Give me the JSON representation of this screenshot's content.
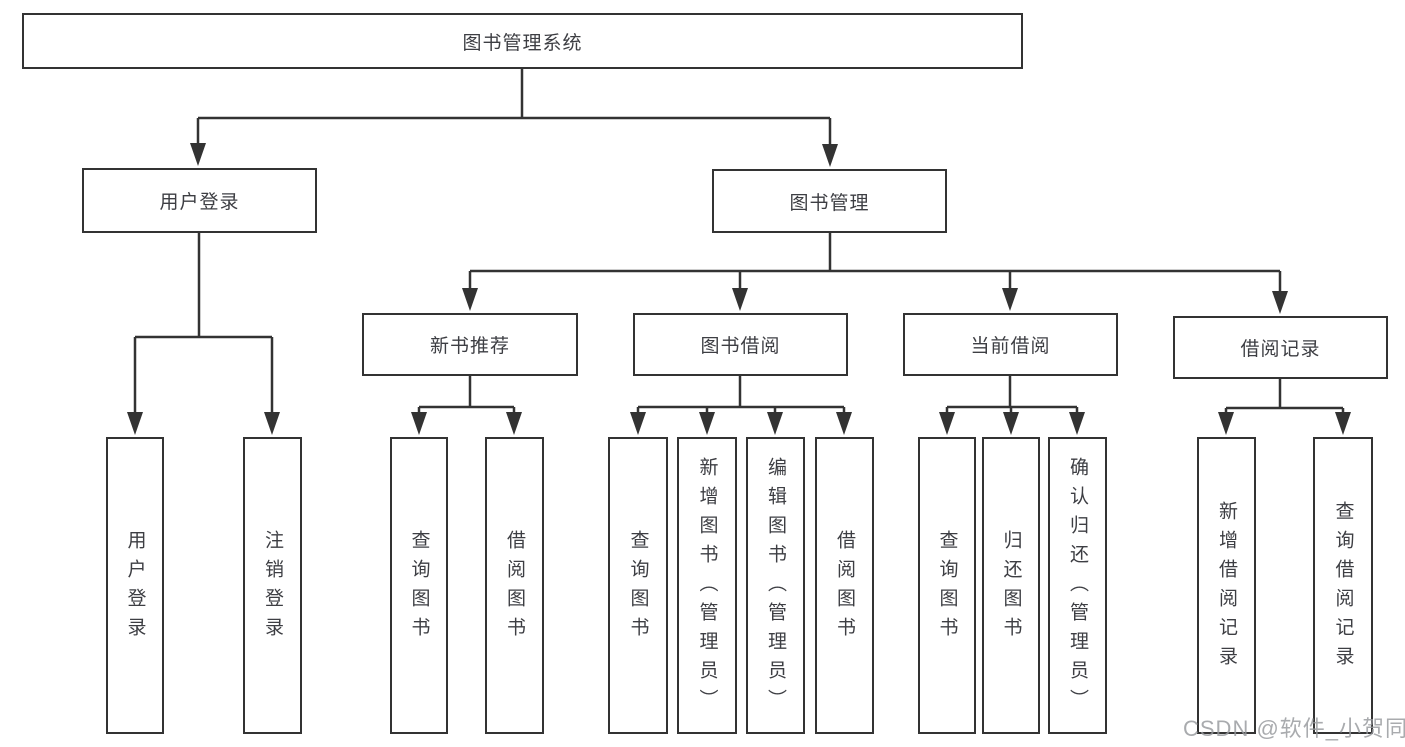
{
  "diagram": {
    "root": {
      "label": "图书管理系统"
    },
    "branches": [
      {
        "label": "用户登录",
        "children": [
          {
            "label": "用户登录"
          },
          {
            "label": "注销登录"
          }
        ]
      },
      {
        "label": "图书管理",
        "children": [
          {
            "label": "新书推荐",
            "children": [
              {
                "label": "查询图书"
              },
              {
                "label": "借阅图书"
              }
            ]
          },
          {
            "label": "图书借阅",
            "children": [
              {
                "label": "查询图书"
              },
              {
                "label": "新增图书（管理员）"
              },
              {
                "label": "编辑图书（管理员）"
              },
              {
                "label": "借阅图书"
              }
            ]
          },
          {
            "label": "当前借阅",
            "children": [
              {
                "label": "查询图书"
              },
              {
                "label": "归还图书"
              },
              {
                "label": "确认归还（管理员）"
              }
            ]
          },
          {
            "label": "借阅记录",
            "children": [
              {
                "label": "新增借阅记录"
              },
              {
                "label": "查询借阅记录"
              }
            ]
          }
        ]
      }
    ]
  },
  "watermark": {
    "text": "CSDN @软件_小贺同学"
  },
  "colors": {
    "line": "#333333",
    "box_border": "#333333",
    "text": "#3d3e43",
    "watermark": "#96989c",
    "background": "#ffffff"
  }
}
